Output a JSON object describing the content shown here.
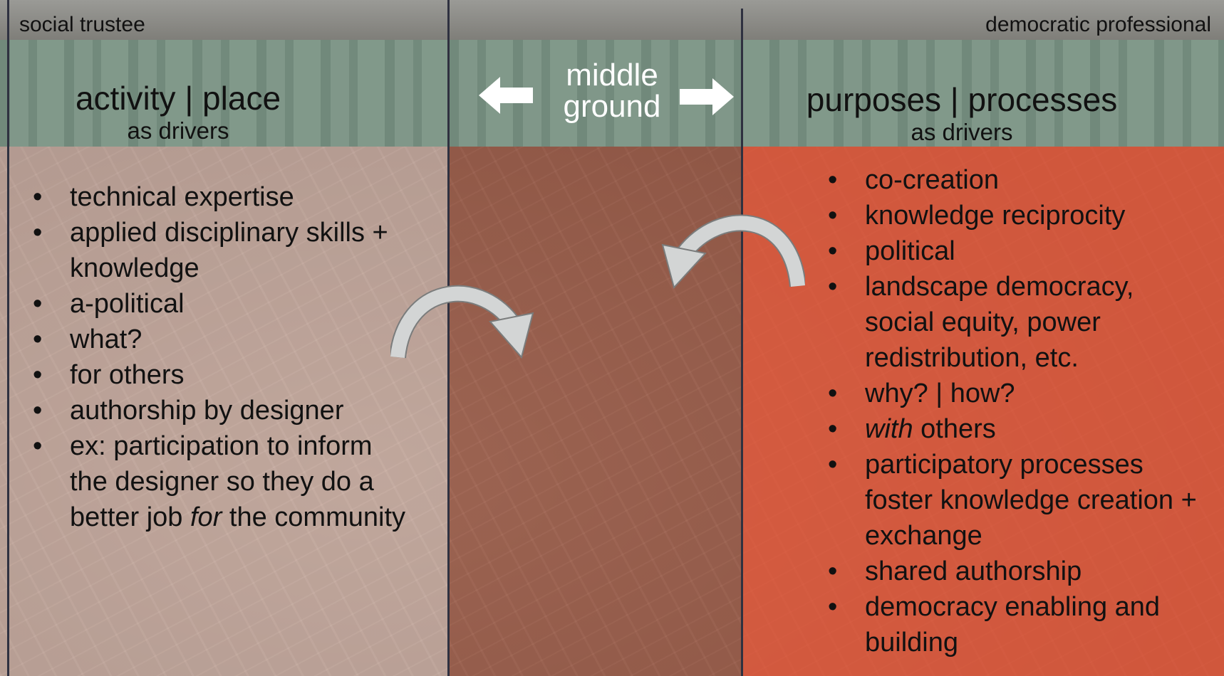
{
  "left": {
    "corner_label": "social trustee",
    "heading": "activity | place",
    "subheading": "as drivers",
    "items": [
      {
        "text": "technical expertise"
      },
      {
        "text": "applied disciplinary skills + knowledge"
      },
      {
        "text": "a-political"
      },
      {
        "text": "what?"
      },
      {
        "text": "for others"
      },
      {
        "text": "authorship by designer"
      },
      {
        "pre": "ex: participation to inform the designer so they do a better job ",
        "em": "for",
        "post": " the community"
      }
    ]
  },
  "middle": {
    "label_line1": "middle",
    "label_line2": "ground",
    "arrow_left_icon": "arrow-left-icon",
    "arrow_right_icon": "arrow-right-icon"
  },
  "right": {
    "corner_label": "democratic professional",
    "heading": "purposes | processes",
    "subheading": "as drivers",
    "items": [
      {
        "text": "co-creation"
      },
      {
        "text": "knowledge reciprocity"
      },
      {
        "text": "political"
      },
      {
        "text": "landscape democracy, social equity, power redistribution, etc."
      },
      {
        "text": "why? | how?"
      },
      {
        "pre": "",
        "em": "with",
        "post": " others"
      },
      {
        "text": "participatory processes foster knowledge creation + exchange"
      },
      {
        "text": "shared authorship"
      },
      {
        "text": "democracy enabling and building"
      }
    ]
  },
  "colors": {
    "band": "#78a08c",
    "left_body": "#e8c4b6",
    "middle_body": "#b0563e",
    "right_body": "#e4583a",
    "divider": "#2f3140",
    "curved_arrow": "#c9cbcb"
  }
}
